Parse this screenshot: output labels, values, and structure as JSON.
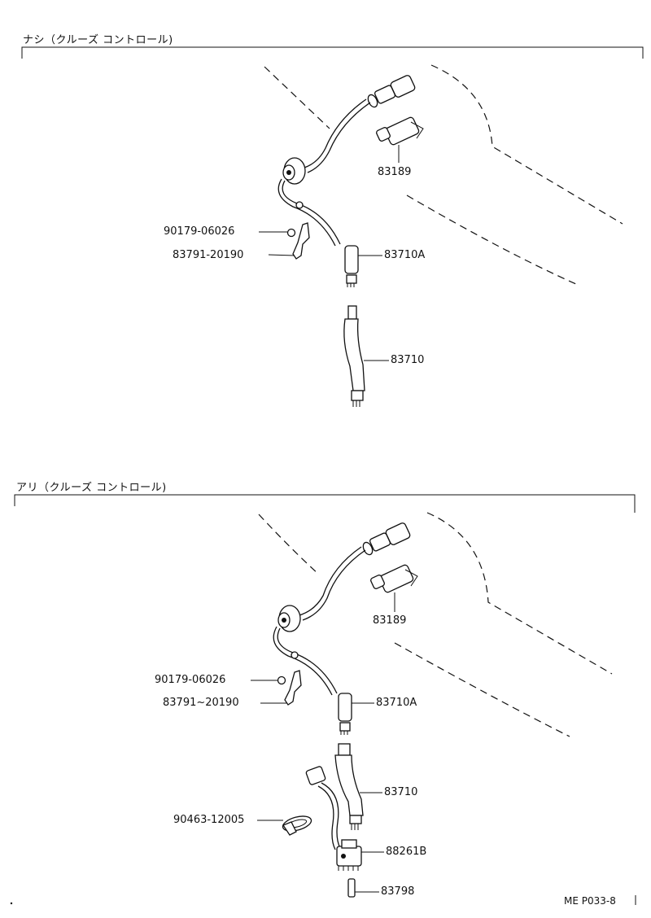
{
  "sections": [
    {
      "title": "ナシ（クルーズ コントロール)",
      "labels": {
        "p83189": "83189",
        "p90179": "90179-06026",
        "p83791": "83791-20190",
        "p83710A": "83710A",
        "p83710": "83710"
      }
    },
    {
      "title": "アリ（クルーズ コントロール)",
      "labels": {
        "p83189": "83189",
        "p90179": "90179-06026",
        "p83791": "83791~20190",
        "p83710A": "83710A",
        "p83710": "83710",
        "p90463": "90463-12005",
        "p88261B": "88261B",
        "p83798": "83798"
      }
    }
  ],
  "doc_code": "ME P033-8"
}
